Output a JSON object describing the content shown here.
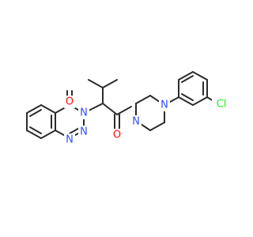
{
  "diagram": {
    "type": "chemical-structure",
    "colors": {
      "bond": "#2b2b2b",
      "O": "#ff0d0d",
      "N": "#3050f8",
      "Cl": "#1ff01f",
      "background": "#ffffff"
    },
    "atom_labels": {
      "o_ketone": "O",
      "o_amide": "O",
      "n_triazine_3": "N",
      "n_triazine_2": "N",
      "n_triazine_1": "N",
      "n_piperazine_1": "N",
      "n_piperazine_4": "N",
      "cl": "Cl"
    }
  }
}
